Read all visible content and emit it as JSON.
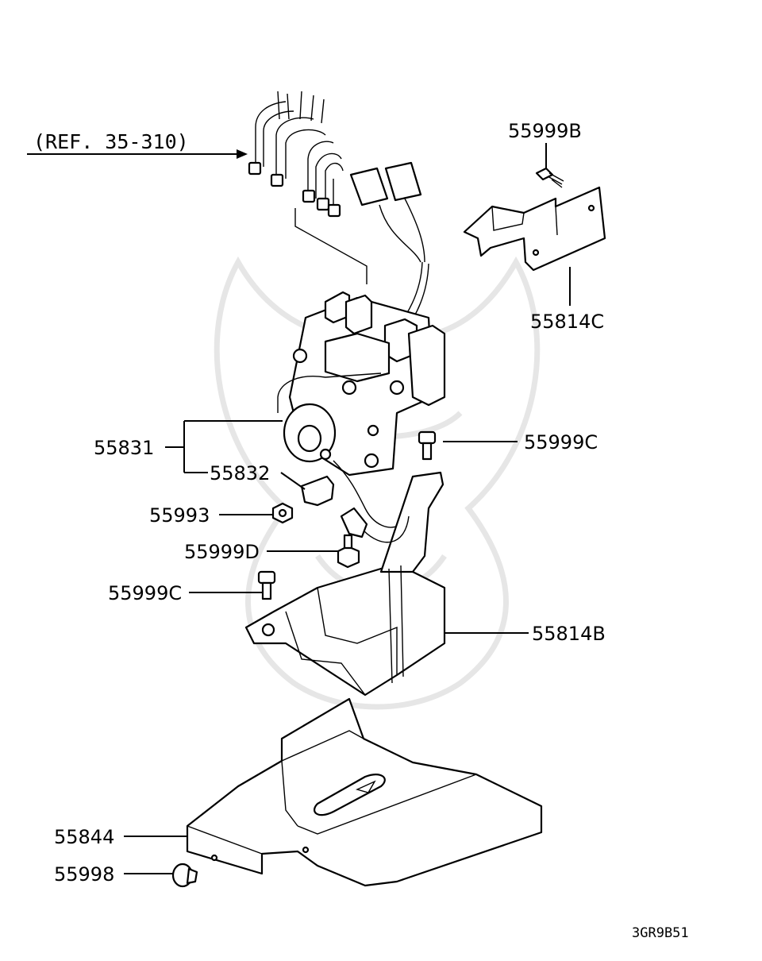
{
  "reference": "(REF. 35-310)",
  "drawing_code": "3GR9B51",
  "callouts": {
    "c55999B": "55999B",
    "c55814C": "55814C",
    "c55831": "55831",
    "c55832": "55832",
    "c55999C_right": "55999C",
    "c55993": "55993",
    "c55999D": "55999D",
    "c55999C_left": "55999C",
    "c55814B": "55814B",
    "c55844": "55844",
    "c55998": "55998"
  }
}
